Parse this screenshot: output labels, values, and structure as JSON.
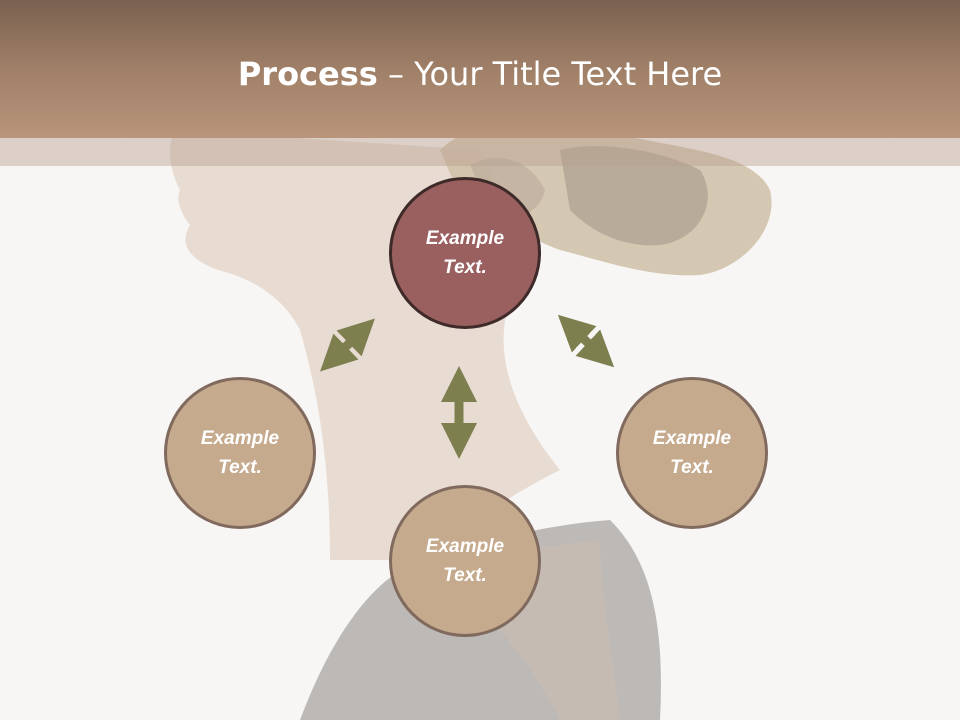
{
  "title": {
    "bold": "Process",
    "dash": " – ",
    "rest": "Your Title Text Here"
  },
  "nodes": {
    "center": {
      "line1": "Example",
      "line2": "Text."
    },
    "left": {
      "line1": "Example",
      "line2": "Text."
    },
    "bottom": {
      "line1": "Example",
      "line2": "Text."
    },
    "right": {
      "line1": "Example",
      "line2": "Text."
    }
  },
  "colors": {
    "header": "#a3826a",
    "center_node": "#99605f",
    "outer_node": "#c6aa8d",
    "arrow": "#7d7f4f"
  },
  "icons": [
    "double-arrow-icon"
  ]
}
